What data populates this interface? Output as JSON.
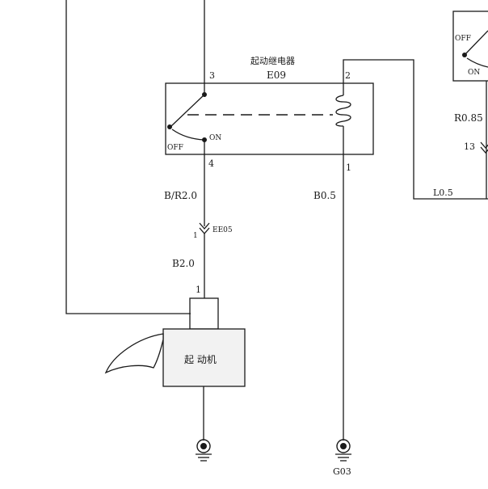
{
  "relay": {
    "title": "起动继电器",
    "code": "E09",
    "pin_switch_top": "3",
    "pin_switch_bottom": "4",
    "pin_coil_top": "2",
    "pin_coil_bottom": "1",
    "off_label": "OFF",
    "on_label": "ON"
  },
  "wires": {
    "left_drop": "B/R2.0",
    "coil_ground": "B0.5",
    "lower_b": "B2.0",
    "right_run": "L0.5",
    "right_edge": "R0.85"
  },
  "connector": {
    "code": "EE05",
    "pin": "1"
  },
  "starter": {
    "label": "起 动机",
    "pin": "1"
  },
  "ground": {
    "code": "G03"
  },
  "switch_right": {
    "off_label": "OFF",
    "on_label": "ON",
    "pin": "13"
  }
}
